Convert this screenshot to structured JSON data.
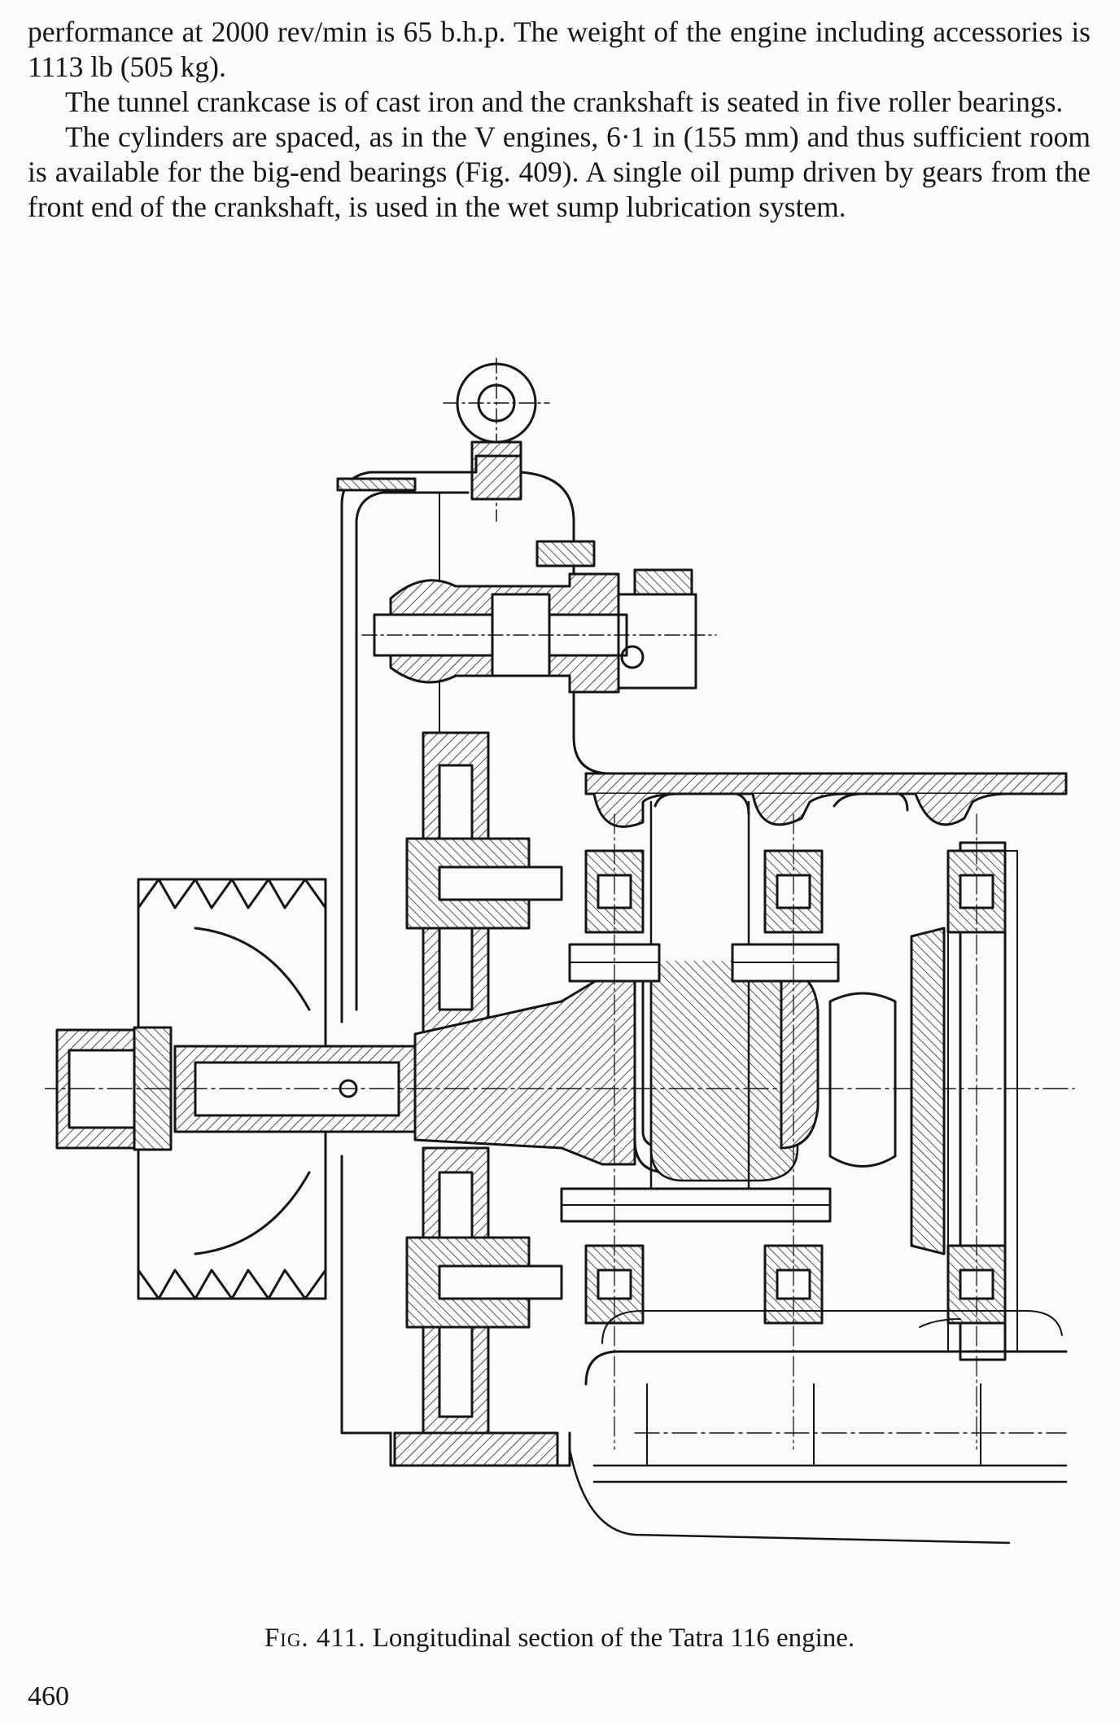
{
  "paragraphs": [
    "performance at 2000 rev/min is 65 b.h.p. The weight of the engine including accessories is 1113 lb (505 kg).",
    "The tunnel crankcase is of cast iron and the crankshaft is seated in five roller bearings.",
    "The cylinders are spaced, as in the V engines, 6·1 in (155 mm) and thus sufficient room is available for the big-end bearings (Fig. 409). A single oil pump driven by gears from the front end of the crankshaft, is used in the wet sump lubrication system."
  ],
  "figure": {
    "label": "Fig. 411.",
    "caption": "Longitudinal section of the Tatra 116 engine."
  },
  "page_number": "460"
}
